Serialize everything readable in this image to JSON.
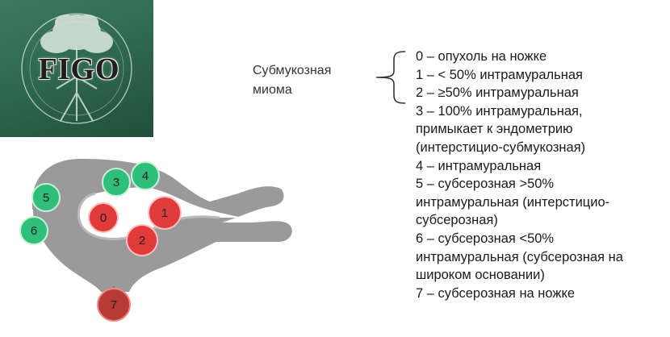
{
  "logo": {
    "text": "FIGO",
    "colors": {
      "bg": "#2f6a4f",
      "tree": "#dfe9e3"
    }
  },
  "submucous_label": {
    "line1": "Субмукозная",
    "line2": "миома"
  },
  "classification": [
    {
      "lines": [
        "0 – опухоль на ножке"
      ]
    },
    {
      "lines": [
        "1 – < 50% интрамуральная"
      ]
    },
    {
      "lines": [
        "2 – ≥50% интрамуральная"
      ]
    },
    {
      "lines": [
        "3 – 100% интрамуральная,",
        "примыкает к эндометрию",
        "(интерстицио-субмукозная)"
      ]
    },
    {
      "lines": [
        "4 – интрамуральная"
      ]
    },
    {
      "lines": [
        "5 – субсерозная >50%",
        "интрамуральная  (интерстицио-",
        "субсерозная)"
      ]
    },
    {
      "lines": [
        "6 – субсерозная <50%",
        "интрамуральная  (субсерозная на",
        "широком основании)"
      ]
    },
    {
      "lines": [
        "7 – субсерозная на ножке"
      ]
    }
  ],
  "markers": [
    {
      "label": "0",
      "type": "submucous"
    },
    {
      "label": "1",
      "type": "submucous"
    },
    {
      "label": "2",
      "type": "submucous"
    },
    {
      "label": "3",
      "type": "intramural"
    },
    {
      "label": "4",
      "type": "intramural"
    },
    {
      "label": "5",
      "type": "subserous"
    },
    {
      "label": "6",
      "type": "subserous"
    },
    {
      "label": "7",
      "type": "pedunculated"
    }
  ],
  "colors": {
    "uterus": "#9a9a9a",
    "cavity": "#ffffff",
    "red": "#e03a3a",
    "dark_red": "#b83a34",
    "green": "#2fbf7a"
  }
}
